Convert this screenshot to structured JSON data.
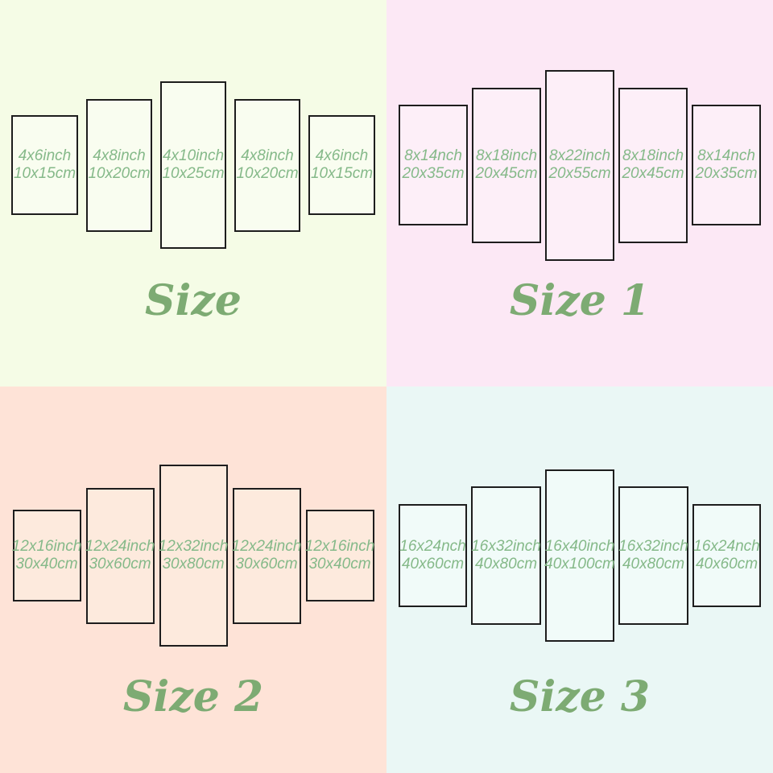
{
  "colors": {
    "label_text": "#85b989",
    "title_text": "#7dab73",
    "panel_border": "#1d1d1d"
  },
  "sections": [
    {
      "title": "Size",
      "colors": {
        "background": "#f5fce6",
        "panel_fill": "#f9fdf0"
      },
      "panels": [
        {
          "inch": "4x6inch",
          "cm": "10x15cm"
        },
        {
          "inch": "4x8inch",
          "cm": "10x20cm"
        },
        {
          "inch": "4x10inch",
          "cm": "10x25cm"
        },
        {
          "inch": "4x8inch",
          "cm": "10x20cm"
        },
        {
          "inch": "4x6inch",
          "cm": "10x15cm"
        }
      ]
    },
    {
      "title": "Size 1",
      "colors": {
        "background": "#fce8f5",
        "panel_fill": "#fdeff8"
      },
      "panels": [
        {
          "inch": "8x14nch",
          "cm": "20x35cm"
        },
        {
          "inch": "8x18inch",
          "cm": "20x45cm"
        },
        {
          "inch": "8x22inch",
          "cm": "20x55cm"
        },
        {
          "inch": "8x18inch",
          "cm": "20x45cm"
        },
        {
          "inch": "8x14nch",
          "cm": "20x35cm"
        }
      ]
    },
    {
      "title": "Size 2",
      "colors": {
        "background": "#fee3d7",
        "panel_fill": "#fdeadd"
      },
      "panels": [
        {
          "inch": "12x16inch",
          "cm": "30x40cm"
        },
        {
          "inch": "12x24inch",
          "cm": "30x60cm"
        },
        {
          "inch": "12x32inch",
          "cm": "30x80cm"
        },
        {
          "inch": "12x24inch",
          "cm": "30x60cm"
        },
        {
          "inch": "12x16inch",
          "cm": "30x40cm"
        }
      ]
    },
    {
      "title": "Size 3",
      "colors": {
        "background": "#eaf7f5",
        "panel_fill": "#f1fbf9"
      },
      "panels": [
        {
          "inch": "16x24nch",
          "cm": "40x60cm"
        },
        {
          "inch": "16x32inch",
          "cm": "40x80cm"
        },
        {
          "inch": "16x40inch",
          "cm": "40x100cm"
        },
        {
          "inch": "16x32inch",
          "cm": "40x80cm"
        },
        {
          "inch": "16x24nch",
          "cm": "40x60cm"
        }
      ]
    }
  ]
}
